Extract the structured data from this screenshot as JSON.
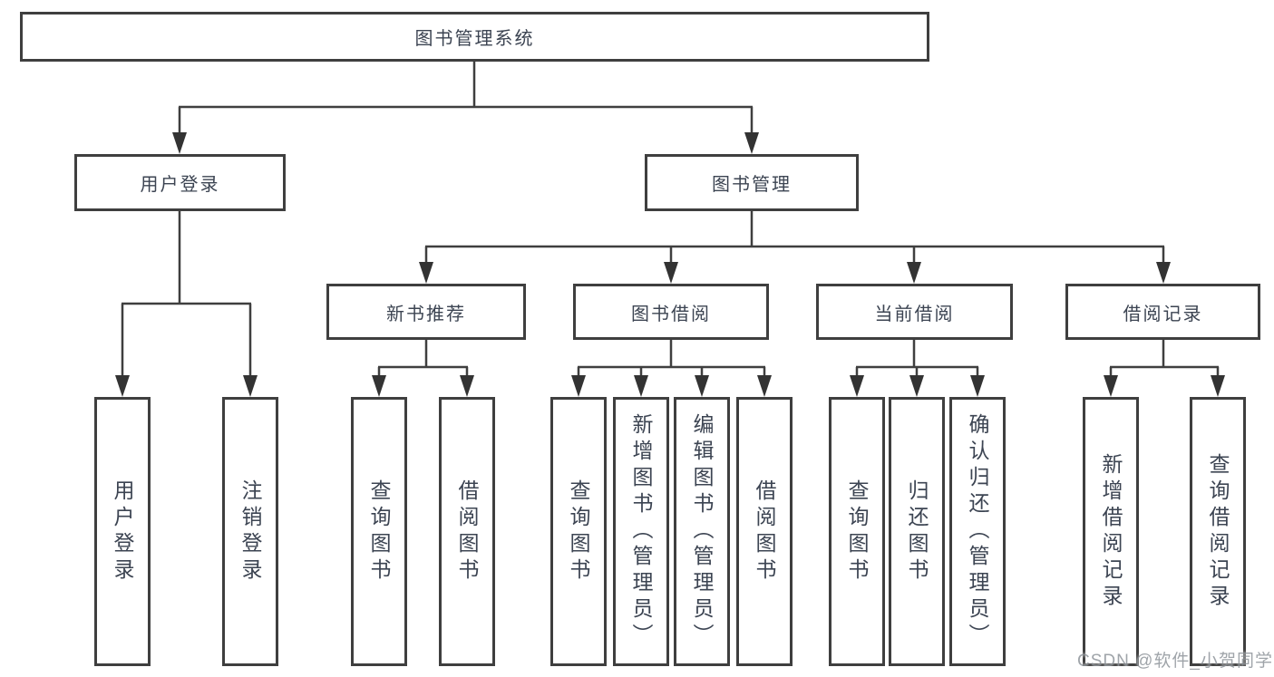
{
  "tree": {
    "root": {
      "label": "图书管理系统",
      "children": [
        {
          "label": "用户登录",
          "children": [
            {
              "label": "用户登录"
            },
            {
              "label": "注销登录"
            }
          ]
        },
        {
          "label": "图书管理",
          "children": [
            {
              "label": "新书推荐",
              "children": [
                {
                  "label": "查询图书"
                },
                {
                  "label": "借阅图书"
                }
              ]
            },
            {
              "label": "图书借阅",
              "children": [
                {
                  "label": "查询图书"
                },
                {
                  "label": "新增图书（管理员）"
                },
                {
                  "label": "编辑图书（管理员）"
                },
                {
                  "label": "借阅图书"
                }
              ]
            },
            {
              "label": "当前借阅",
              "children": [
                {
                  "label": "查询图书"
                },
                {
                  "label": "归还图书"
                },
                {
                  "label": "确认归还（管理员）"
                }
              ]
            },
            {
              "label": "借阅记录",
              "children": [
                {
                  "label": "新增借阅记录"
                },
                {
                  "label": "查询借阅记录"
                }
              ]
            }
          ]
        }
      ]
    }
  },
  "watermark": {
    "text": "CSDN @软件_小贺同学"
  },
  "colors": {
    "border": "#3f3f3f",
    "line": "#3f3f3f",
    "text": "#3c4452",
    "watermark": "#8f959b",
    "background": "#ffffff"
  }
}
